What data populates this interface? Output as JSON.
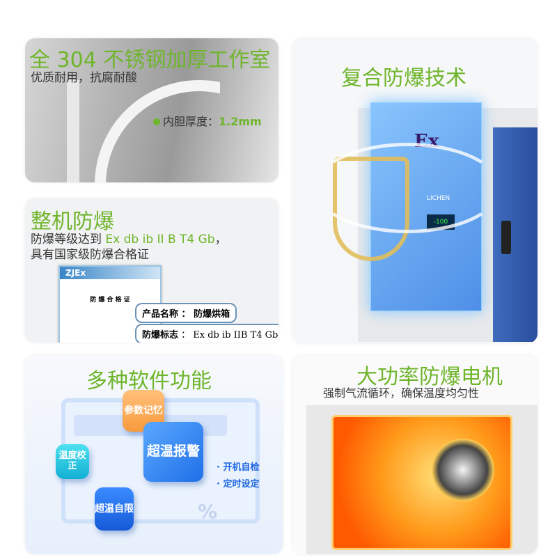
{
  "chamber": {
    "title": "全 304 不锈钢加厚工作室",
    "subtitle": "优质耐用，抗腐耐酸",
    "thickness_label": "内胆厚度：",
    "thickness_value": "1.2mm"
  },
  "explosion_proof": {
    "title": "整机防爆",
    "line1_prefix": "防爆等级达到 ",
    "line1_rating": "Ex db ib II B T4 Gb",
    "line1_suffix": "，",
    "line2": "具有国家级防爆合格证",
    "certificate": {
      "logo": "ZJEx",
      "title": "防 爆 合 格 证"
    },
    "product_name_label": "产品名称",
    "product_name_value": "防爆烘箱",
    "mark_label": "防爆标志",
    "mark_value": "Ex db ib IIB T4 Gb"
  },
  "composite": {
    "title": "复合防爆技术",
    "device_mark": "Ex",
    "device_brand": "LICHEN",
    "display_value": "-100"
  },
  "software": {
    "title": "多种软件功能",
    "features": [
      "参数记忆",
      "超温报警",
      "温度校正",
      "超温自限"
    ],
    "bullets": [
      "开机自检",
      "定时设定"
    ],
    "percent_symbol": "%"
  },
  "motor": {
    "title": "大功率防爆电机",
    "subtitle": "强制气流循环，确保温度均匀性"
  },
  "colors": {
    "accent_green": "#6fb52c",
    "text": "#333333"
  }
}
